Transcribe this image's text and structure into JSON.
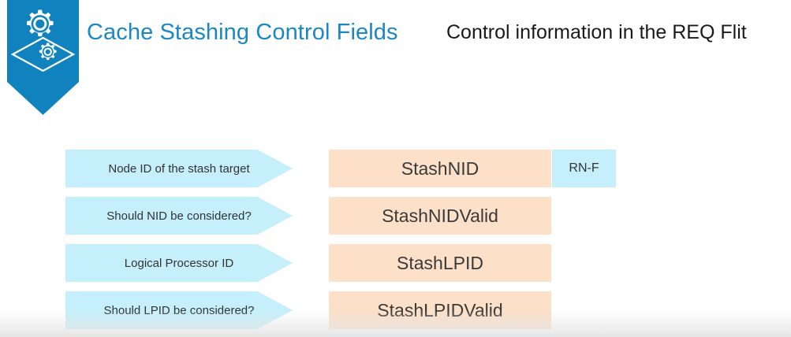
{
  "header": {
    "logo_icon": "gears-on-diamond-banner-icon",
    "title": "Cache Stashing Control Fields",
    "subtitle": "Control information in the REQ Flit",
    "title_color": "#1B88C4",
    "banner_color": "#1083BE"
  },
  "colors": {
    "description_fill": "#C5EFFA",
    "field_fill": "#FCE0C8",
    "node_fill": "#C5EFFA",
    "text_dark": "#333333"
  },
  "diagram": {
    "rows": [
      {
        "description": "Node ID of the stash target",
        "field": "StashNID",
        "node": "RN-F"
      },
      {
        "description": "Should NID be considered?",
        "field": "StashNIDValid",
        "node": null
      },
      {
        "description": "Logical Processor ID",
        "field": "StashLPID",
        "node": null
      },
      {
        "description": "Should LPID be considered?",
        "field": "StashLPIDValid",
        "node": null
      }
    ]
  }
}
